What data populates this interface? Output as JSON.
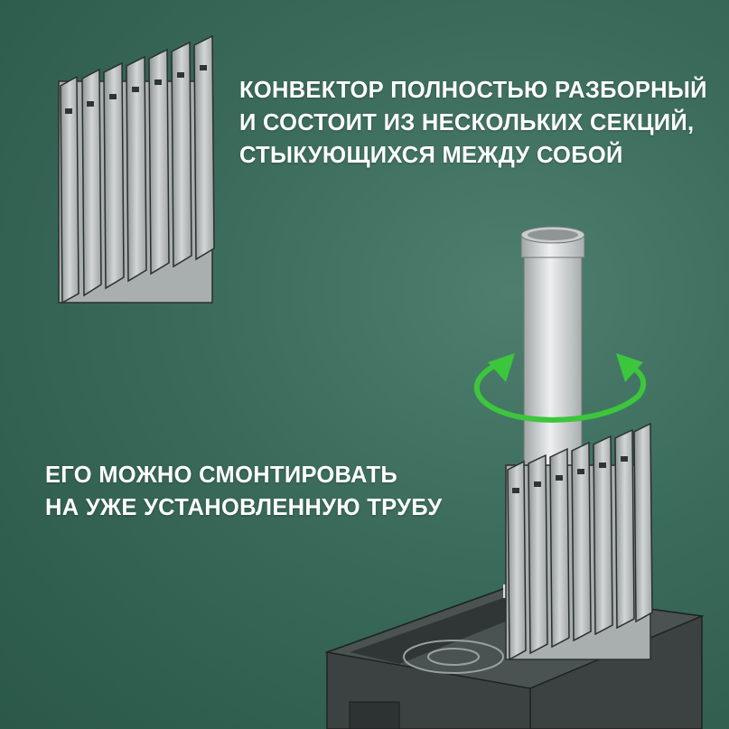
{
  "top_caption": {
    "lines": [
      "КОНВЕКТОР ПОЛНОСТЬЮ РАЗБОРНЫЙ",
      "И СОСТОИТ ИЗ НЕСКОЛЬКИХ СЕКЦИЙ,",
      "СТЫКУЮЩИХСЯ МЕЖДУ СОБОЙ"
    ]
  },
  "bottom_caption": {
    "lines": [
      "ЕГО МОЖНО СМОНТИРОВАТЬ",
      "НА УЖЕ УСТАНОВЛЕННУЮ ТРУБУ"
    ]
  },
  "colors": {
    "background": "#3a6a5a",
    "text": "#ffffff",
    "arrow": "#3cc63c",
    "metal": "#b8bcbc"
  },
  "icons": [
    "convector-panel-icon",
    "chimney-pipe-icon",
    "rotation-arrow-icon",
    "stove-icon"
  ]
}
